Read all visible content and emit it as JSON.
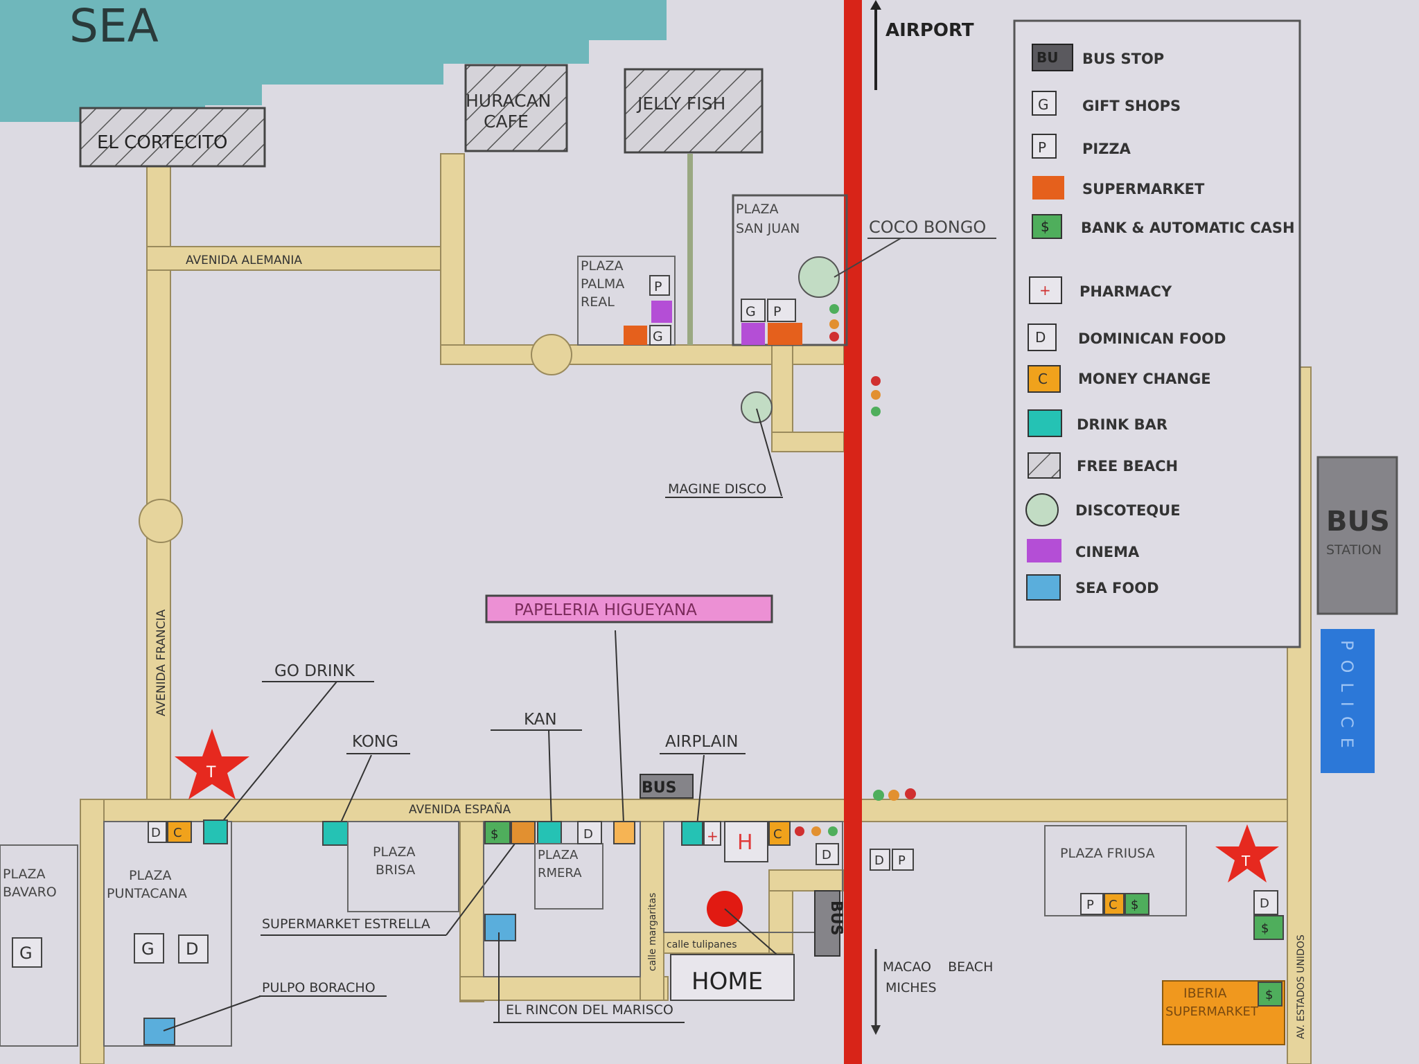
{
  "colors": {
    "sea": "#6fb7bb",
    "road": "#e6d49c",
    "main_road": "#d82418",
    "supermarket": "#e5601c",
    "bank": "#4fae5c",
    "money_change": "#f0a21c",
    "drink_bar": "#25c2b4",
    "cinema": "#b44ed6",
    "sea_food": "#5aaedc",
    "discoteque": "#c2dcc4",
    "bus_station": "#858489",
    "police": "#2c78d8",
    "papeleria": "#ec90d4",
    "star": "#e6291f",
    "iberia": "#f0981e"
  },
  "map": {
    "sea_label": "SEA",
    "airport_label": "AIRPORT",
    "free_beaches": {
      "el_cortecito": "EL CORTECITO",
      "huracan_line1": "HURACAN",
      "huracan_line2": "CAFE",
      "jelly_fish": "JELLY FISH"
    },
    "streets": {
      "avenida_alemania": "AVENIDA ALEMANIA",
      "avenida_francia": "AVENIDA FRANCIA",
      "avenida_espana": "AVENIDA ESPAÑA",
      "calle_margaritas": "calle margaritas",
      "calle_tulipanes": "calle tulipanes",
      "av_estados_unidos": "AV. ESTADOS UNIDOS"
    },
    "plazas": {
      "palma_real": [
        "PLAZA",
        "PALMA",
        "REAL"
      ],
      "san_juan": [
        "PLAZA",
        "SAN JUAN"
      ],
      "bavaro": [
        "PLAZA",
        "BAVARO"
      ],
      "puntacana": [
        "PLAZA",
        "PUNTACANA"
      ],
      "brisa": [
        "PLAZA",
        "BRISA"
      ],
      "rmera": [
        "PLAZA",
        "RMERA"
      ],
      "friusa": "PLAZA FRIUSA"
    },
    "places": {
      "coco_bongo": "COCO BONGO",
      "magine_disco": "MAGINE DISCO",
      "papeleria": "PAPELERIA HIGUEYANA",
      "go_drink": "GO DRINK",
      "kong": "KONG",
      "kan": "KAN",
      "airplain": "AIRPLAIN",
      "supermarket_estrella": "SUPERMARKET ESTRELLA",
      "pulpo_borracho": "PULPO BORACHO",
      "el_rincon": "EL RINCON DEL MARISCO",
      "home": "HOME",
      "macao_line1": "MACAO    BEACH",
      "macao_line2": "MICHES",
      "iberia_line1": "IBERIA",
      "iberia_line2": "SUPERMARKET",
      "bus_station_line1": "BUS",
      "bus_station_line2": "STATION",
      "police": "POLICE",
      "bus_stop_label": "BUS",
      "bus_stop_vertical": "BUS"
    },
    "markers": {
      "g": "G",
      "p": "P",
      "d": "D",
      "c": "C",
      "s": "$",
      "t": "T",
      "h": "H",
      "plus": "+"
    }
  },
  "legend": {
    "items": [
      {
        "icon": "BU",
        "label": "BUS STOP"
      },
      {
        "icon": "G",
        "label": "GIFT SHOPS"
      },
      {
        "icon": "P",
        "label": "PIZZA"
      },
      {
        "icon": "",
        "label": "SUPERMARKET"
      },
      {
        "icon": "$",
        "label": "BANK & AUTOMATIC CASH"
      },
      {
        "icon": "+",
        "label": "PHARMACY"
      },
      {
        "icon": "D",
        "label": "DOMINICAN FOOD"
      },
      {
        "icon": "C",
        "label": "MONEY CHANGE"
      },
      {
        "icon": "",
        "label": "DRINK BAR"
      },
      {
        "icon": "",
        "label": "FREE BEACH"
      },
      {
        "icon": "",
        "label": "DISCOTEQUE"
      },
      {
        "icon": "",
        "label": "CINEMA"
      },
      {
        "icon": "",
        "label": "SEA FOOD"
      }
    ]
  }
}
